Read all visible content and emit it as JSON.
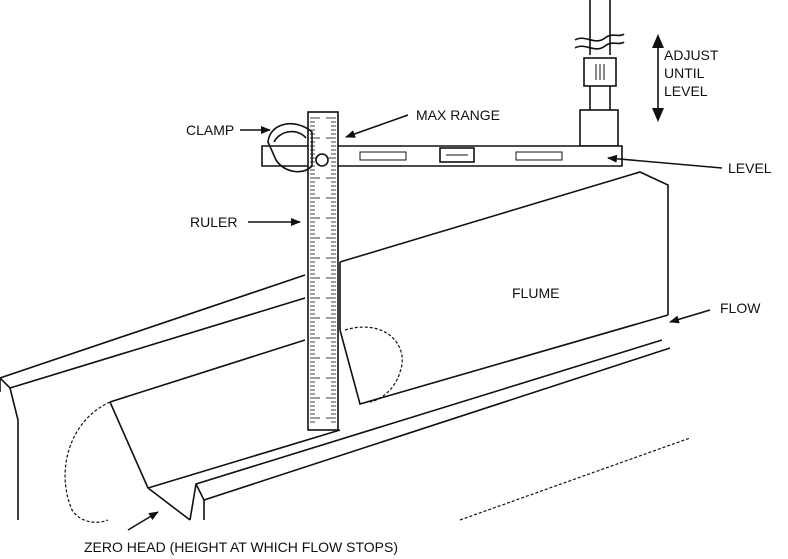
{
  "labels": {
    "adjust_line1": "ADJUST",
    "adjust_line2": "UNTIL",
    "adjust_line3": "LEVEL",
    "max_range": "MAX RANGE",
    "clamp": "CLAMP",
    "level": "LEVEL",
    "ruler": "RULER",
    "flume": "FLUME",
    "flow": "FLOW",
    "zero_head": "ZERO HEAD (HEIGHT AT WHICH FLOW STOPS)"
  }
}
